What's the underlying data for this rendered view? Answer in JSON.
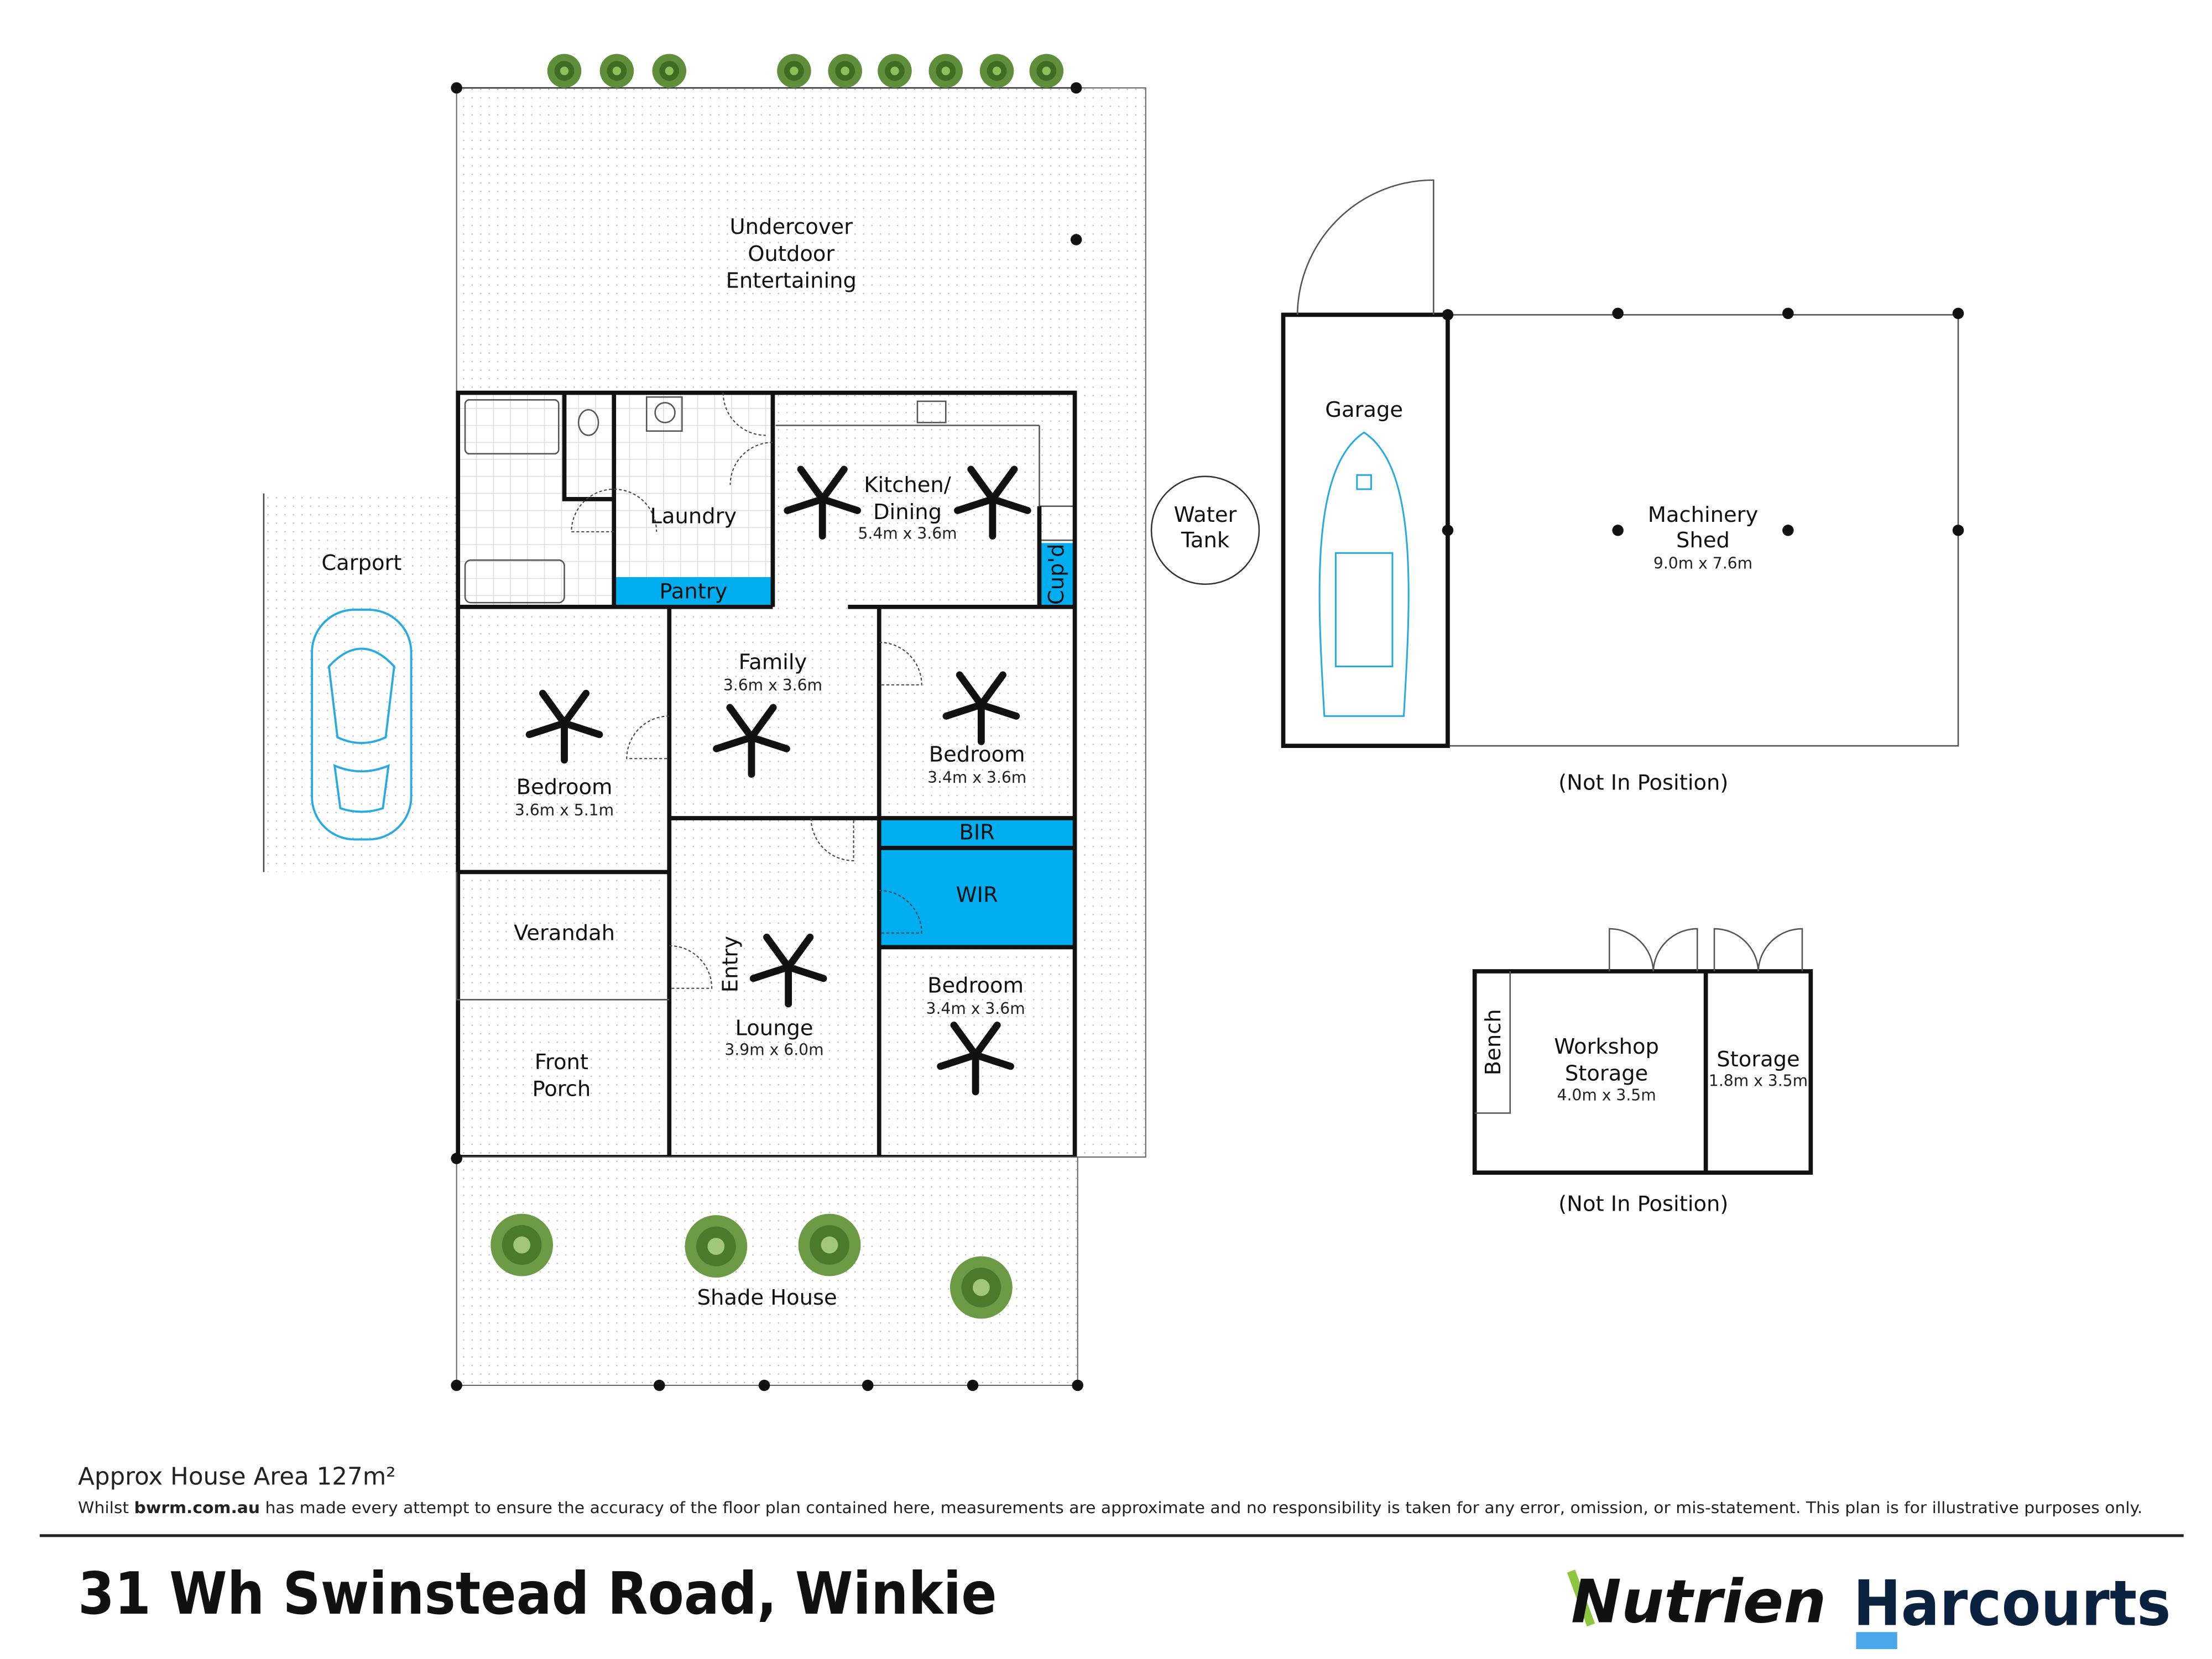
{
  "colors": {
    "cupboard_blue": "#00aeef",
    "harcourts_navy": "#0a2240",
    "nutrien_green": "#8dc63f"
  },
  "rooms": {
    "outdoor": "Undercover Outdoor Entertaining",
    "outdoor_lines": [
      "Undercover",
      "Outdoor",
      "Entertaining"
    ],
    "laundry": "Laundry",
    "pantry": "Pantry",
    "kitchen_lines": [
      "Kitchen/",
      "Dining"
    ],
    "kitchen_dim": "5.4m x 3.6m",
    "cupd": "Cup'd",
    "carport": "Carport",
    "bedroom1": "Bedroom",
    "bedroom1_dim": "3.6m x 5.1m",
    "family": "Family",
    "family_dim": "3.6m x 3.6m",
    "bedroom2": "Bedroom",
    "bedroom2_dim": "3.4m x 3.6m",
    "bir": "BIR",
    "wir": "WIR",
    "verandah": "Verandah",
    "entry": "Entry",
    "lounge": "Lounge",
    "lounge_dim": "3.9m x 6.0m",
    "bedroom3": "Bedroom",
    "bedroom3_dim": "3.4m x 3.6m",
    "porch_lines": [
      "Front",
      "Porch"
    ],
    "shade_house": "Shade House",
    "water_tank_lines": [
      "Water",
      "Tank"
    ],
    "garage": "Garage",
    "machinery_lines": [
      "Machinery",
      "Shed"
    ],
    "machinery_dim": "9.0m x 7.6m",
    "not_in_position_1": "(Not In Position)",
    "bench": "Bench",
    "workshop_lines": [
      "Workshop",
      "Storage"
    ],
    "workshop_dim": "4.0m x 3.5m",
    "storage": "Storage",
    "storage_dim": "1.8m x 3.5m",
    "not_in_position_2": "(Not In Position)"
  },
  "footer": {
    "area": "Approx House Area 127m²",
    "disclaimer_pre": "Whilst ",
    "disclaimer_site": "bwrm.com.au",
    "disclaimer_post": " has made every attempt to ensure the accuracy of the floor plan contained here, measurements are approximate and no responsibility is taken for any error, omission, or mis-statement. This plan is for illustrative purposes only.",
    "address": "31 Wh Swinstead Road, Winkie",
    "logo_nutrien": "Nutrien",
    "logo_harcourts": "Harcourts"
  }
}
